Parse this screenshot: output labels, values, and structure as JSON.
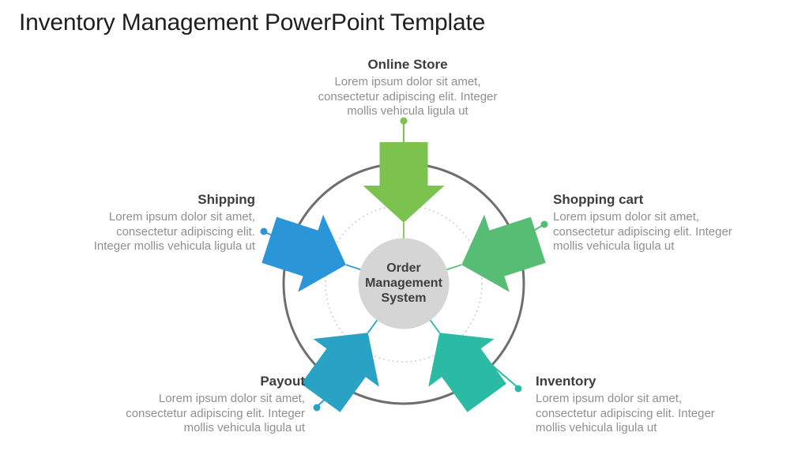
{
  "slide": {
    "title": "Inventory Management PowerPoint Template"
  },
  "diagram": {
    "center": {
      "label": "Order\nManagement\nSystem"
    },
    "nodes": [
      {
        "id": "online-store",
        "label": "Online Store",
        "description": "Lorem ipsum dolor sit amet, consectetur adipiscing elit. Integer mollis vehicula ligula ut",
        "color": "#7cc24f"
      },
      {
        "id": "shopping-cart",
        "label": "Shopping cart",
        "description": "Lorem ipsum dolor sit amet, consectetur adipiscing elit. Integer mollis vehicula ligula ut",
        "color": "#58bd74"
      },
      {
        "id": "inventory",
        "label": "Inventory",
        "description": "Lorem ipsum dolor sit amet, consectetur adipiscing elit. Integer mollis vehicula ligula ut",
        "color": "#2bbba5"
      },
      {
        "id": "payout",
        "label": "Payout",
        "description": "Lorem ipsum dolor sit amet, consectetur adipiscing elit. Integer mollis vehicula ligula ut",
        "color": "#2aa2c3"
      },
      {
        "id": "shipping",
        "label": "Shipping",
        "description": "Lorem ipsum dolor sit amet, consectetur adipiscing elit. Integer mollis vehicula ligula ut",
        "color": "#2a96d8"
      }
    ]
  },
  "colors": {
    "outer_ring": "#6e6e6e",
    "dotted_ring": "#cbcbcb",
    "center_fill": "#d5d5d5",
    "center_text": "#3f3f3f",
    "heading_text": "#3d3d3d",
    "body_text": "#8f8f8f",
    "title_text": "#1f1f1f"
  }
}
